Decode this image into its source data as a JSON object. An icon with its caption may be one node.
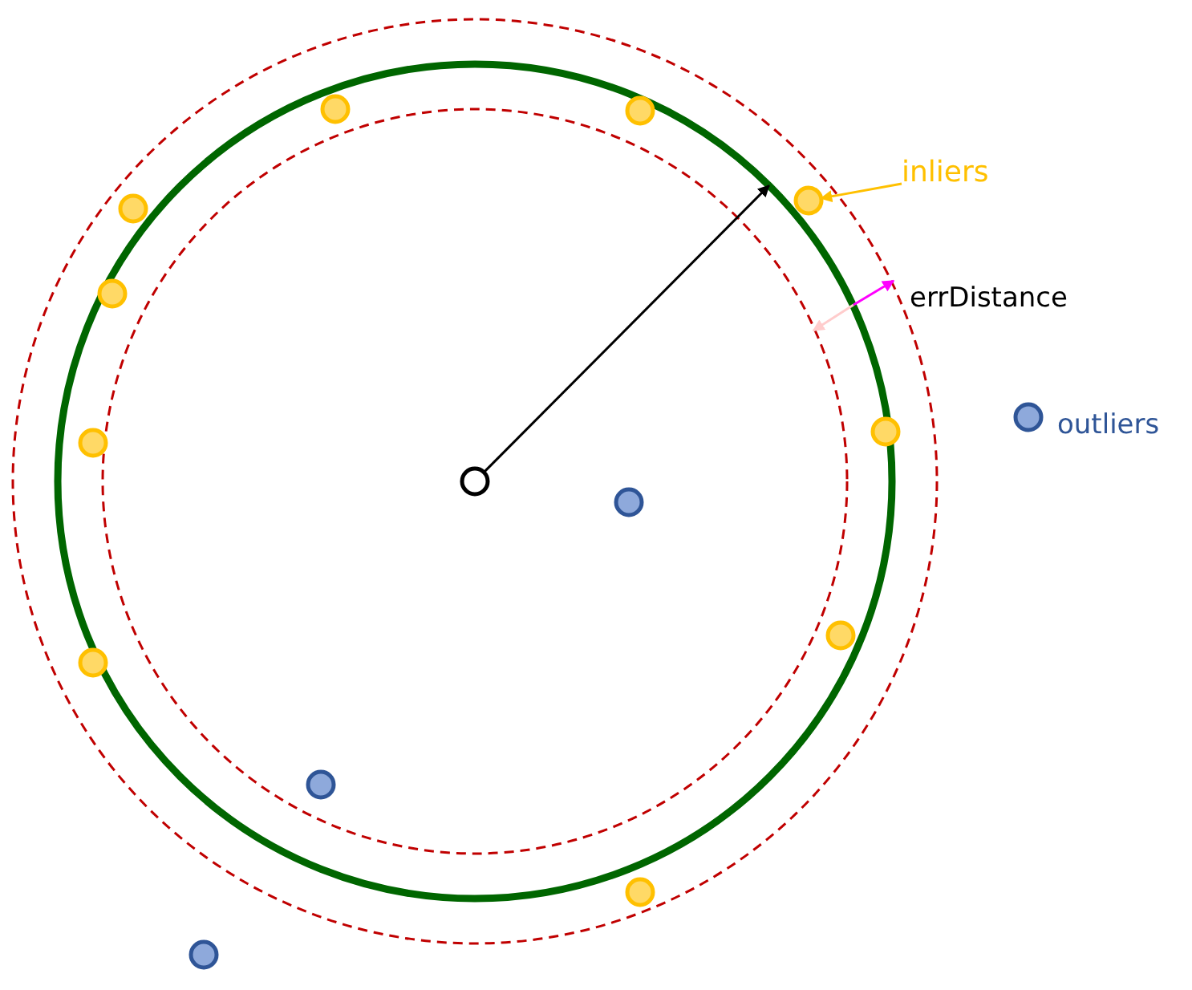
{
  "diagram": {
    "nodes": [
      {
        "text": [],
        "shape": "circle",
        "in": 1
      },
      {
        "text": [],
        "shape": "circle"
      },
      {
        "text": [
          "inliers"
        ]
      },
      {
        "text": [],
        "shape": "circle"
      },
      {
        "text": [],
        "shape": "circle",
        "in": 1
      },
      {
        "text": [],
        "shape": "circle",
        "in": 1
      },
      {
        "text": [],
        "shape": "circle"
      },
      {
        "text": [],
        "shape": "circle",
        "in": 1
      },
      {
        "text": [],
        "shape": "circle"
      },
      {
        "text": [],
        "shape": "circle"
      },
      {
        "text": [],
        "shape": "circle",
        "in": 1
      },
      {
        "text": [],
        "shape": "circle",
        "in": 1
      },
      {
        "text": [],
        "shape": "circle",
        "in": 1
      },
      {
        "text": [],
        "shape": "circle"
      },
      {
        "text": [],
        "shape": "circle",
        "in": 1
      },
      {
        "text": [],
        "shape": "circle"
      },
      {
        "text": [],
        "shape": "circle"
      }
    ],
    "edges": [
      {
        "from": 0,
        "to": 1,
        "arrow": "to"
      },
      {
        "from": 2,
        "to": 3,
        "arrow": "to",
        "color": "#ffc000"
      }
    ],
    "labels": [
      "errDistance",
      "outliers"
    ]
  }
}
